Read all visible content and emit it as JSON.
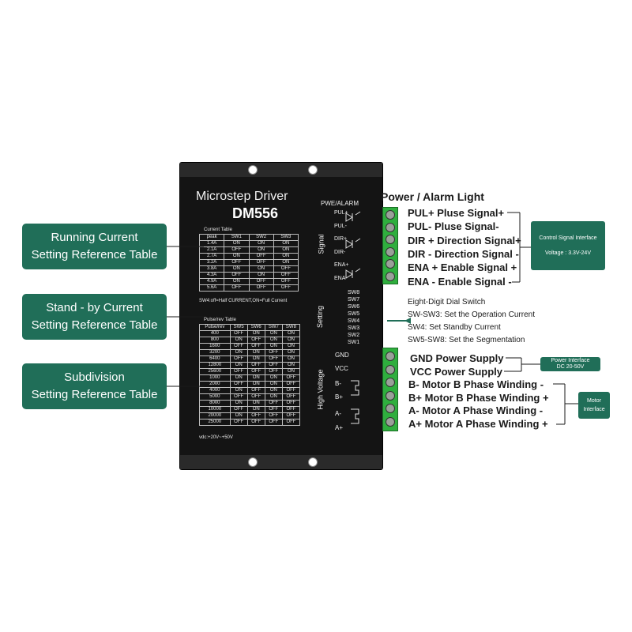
{
  "callouts": {
    "running": [
      "Running Current",
      "Setting Reference Table"
    ],
    "standby": [
      "Stand - by Current",
      "Setting Reference Table"
    ],
    "subdivision": [
      "Subdivision",
      "Setting Reference Table"
    ]
  },
  "driver": {
    "title": "Microstep  Driver",
    "model": "DM556",
    "pwe_alarm": "PWE/ALARM",
    "signal_label": "Signal",
    "setting_label": "Setting",
    "high_voltage_label": "High Voltage",
    "signal_pins": [
      "PUL+",
      "PUL-",
      "DIR+",
      "DIR-",
      "ENA+",
      "ENA-"
    ],
    "switches": [
      "SW8",
      "SW7",
      "SW6",
      "SW5",
      "SW4",
      "SW3",
      "SW2",
      "SW1"
    ],
    "power_pins": [
      "GND",
      "VCC",
      "B-",
      "B+",
      "A-",
      "A+"
    ],
    "vdc_note": "vdc:+20V~+50V"
  },
  "current_table": {
    "caption": "Current Table",
    "headers": [
      "peak",
      "SW1",
      "SW2",
      "SW3"
    ],
    "rows": [
      [
        "1.4A",
        "ON",
        "ON",
        "ON"
      ],
      [
        "2.1A",
        "OFF",
        "ON",
        "ON"
      ],
      [
        "2.7A",
        "ON",
        "OFF",
        "ON"
      ],
      [
        "3.2A",
        "OFF",
        "OFF",
        "ON"
      ],
      [
        "3.8A",
        "ON",
        "ON",
        "OFF"
      ],
      [
        "4.3A",
        "OFF",
        "ON",
        "OFF"
      ],
      [
        "4.9A",
        "ON",
        "OFF",
        "OFF"
      ],
      [
        "5.6A",
        "OFF",
        "OFF",
        "OFF"
      ]
    ],
    "footer": "SW4:off=Half CURRENT,ON=Full Current"
  },
  "pulse_table": {
    "caption": "Pulse/rev Table",
    "headers": [
      "Pulse/rev",
      "SW5",
      "SW6",
      "SW7",
      "SW8"
    ],
    "rows": [
      [
        "400",
        "OFF",
        "ON",
        "ON",
        "ON"
      ],
      [
        "800",
        "ON",
        "OFF",
        "ON",
        "ON"
      ],
      [
        "1600",
        "OFF",
        "OFF",
        "ON",
        "ON"
      ],
      [
        "3200",
        "ON",
        "ON",
        "OFF",
        "ON"
      ],
      [
        "6400",
        "OFF",
        "ON",
        "OFF",
        "ON"
      ],
      [
        "12800",
        "ON",
        "OFF",
        "OFF",
        "ON"
      ],
      [
        "25600",
        "OFF",
        "OFF",
        "OFF",
        "ON"
      ],
      [
        "1000",
        "ON",
        "ON",
        "ON",
        "OFF"
      ],
      [
        "2000",
        "OFF",
        "ON",
        "ON",
        "OFF"
      ],
      [
        "4000",
        "ON",
        "OFF",
        "ON",
        "OFF"
      ],
      [
        "5000",
        "OFF",
        "OFF",
        "ON",
        "OFF"
      ],
      [
        "8000",
        "ON",
        "ON",
        "OFF",
        "OFF"
      ],
      [
        "10000",
        "OFF",
        "ON",
        "OFF",
        "OFF"
      ],
      [
        "20000",
        "ON",
        "OFF",
        "OFF",
        "OFF"
      ],
      [
        "25000",
        "OFF",
        "OFF",
        "OFF",
        "OFF"
      ]
    ]
  },
  "annotations": {
    "power_alarm": "Power / Alarm Light",
    "signals": [
      "PUL+ Pluse Signal+",
      "PUL- Pluse Signal-",
      "DIR + Direction Signal+",
      "DIR - Direction Signal -",
      "ENA + Enable Signal +",
      "ENA - Enable Signal -"
    ],
    "control_box": [
      "Control Signal Interface",
      "Voltage : 3.3V-24V"
    ],
    "dial": [
      "Eight-Digit Dial Switch",
      "SW-SW3: Set the Operation Current",
      "SW4: Set Standby Current",
      "SW5-SW8: Set the Segmentation"
    ],
    "power": [
      "GND Power Supply",
      "VCC Power Supply"
    ],
    "power_box": [
      "Power Interface",
      "DC 20-50V"
    ],
    "motor": [
      "B- Motor B Phase Winding -",
      "B+ Motor B Phase Winding +",
      "A- Motor A Phase Winding -",
      "A+ Motor A Phase Winding +"
    ],
    "motor_box": [
      "Motor",
      "Interface"
    ]
  },
  "colors": {
    "accent": "#206e58",
    "terminal": "#2fae3e",
    "body": "#141414"
  }
}
